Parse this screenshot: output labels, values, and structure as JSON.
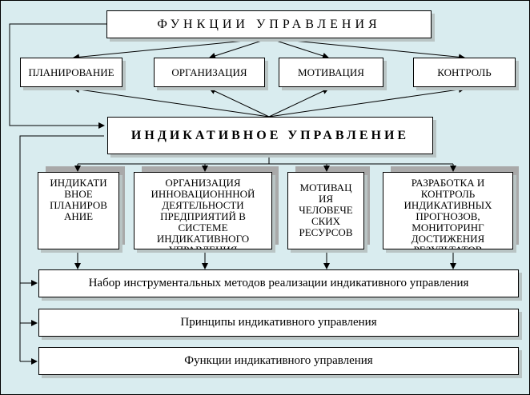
{
  "title": "ФУНКЦИИ УПРАВЛЕНИЯ",
  "functions": [
    "ПЛАНИРОВАНИЕ",
    "ОРГАНИЗАЦИЯ",
    "МОТИВАЦИЯ",
    "КОНТРОЛЬ"
  ],
  "indicative": "ИНДИКАТИВНОЕ УПРАВЛЕНИЕ",
  "subfunctions": [
    "ИНДИКАТИ ВНОЕ ПЛАНИРОВ АНИЕ",
    "ОРГАНИЗАЦИЯ ИННОВАЦИОНННОЙ ДЕЯТЕЛЬНОСТИ ПРЕДПРИЯТИЙ В СИСТЕМЕ ИНДИКАТИВНОГО УПРАВЛЕНИЯ",
    "МОТИВАЦ ИЯ ЧЕЛОВЕЧЕ СКИХ РЕСУРСОВ",
    "РАЗРАБОТКА И КОНТРОЛЬ ИНДИКАТИВНЫХ ПРОГНОЗОВ, МОНИТОРИНГ ДОСТИЖЕНИЯ РЕЗУЛЬТАТОВ"
  ],
  "bars": [
    "Набор инструментальных методов реализации индикативного управления",
    "Принципы индикативного управления",
    "Функции индикативного управления"
  ]
}
